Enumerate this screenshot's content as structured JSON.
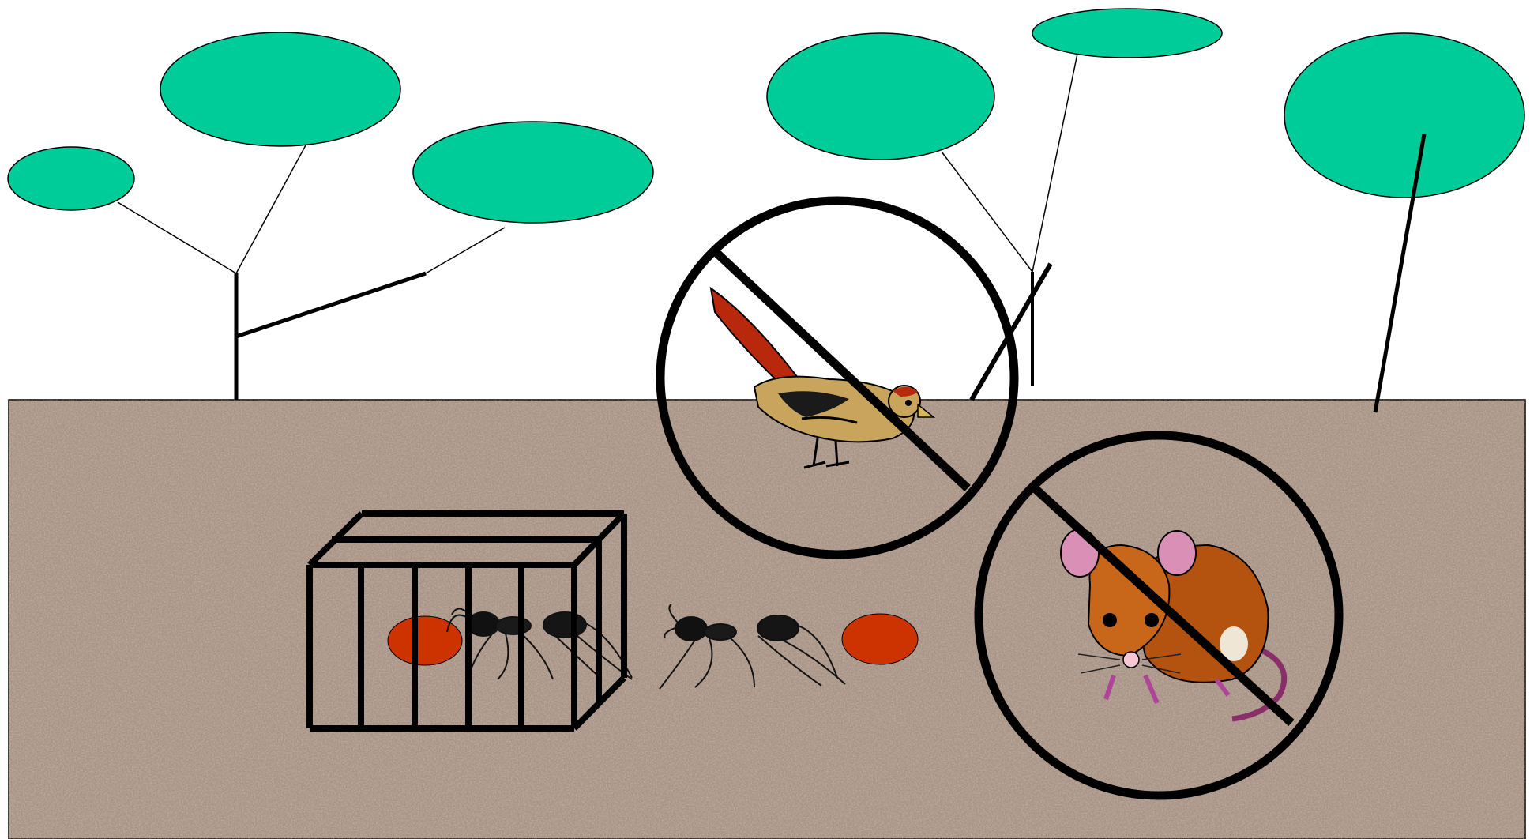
{
  "diagram": {
    "description_visible_text": "",
    "colors": {
      "background": "#ffffff",
      "leaf_canopy": "#00cc99",
      "soil": "#a89486",
      "seed": "#cc3300",
      "outline": "#000000",
      "bird_body": "#c9a45c",
      "bird_tail": "#b8280c",
      "mouse_fur": "#b4520f",
      "mouse_ear": "#d98fb6"
    },
    "elements": {
      "plants": [
        "plant-left",
        "plant-middle",
        "plant-right"
      ],
      "exclusions": [
        "bird-excluded",
        "mouse-excluded"
      ],
      "cage": "ant-cage",
      "seeds": 2,
      "ants": 2
    },
    "icons": [
      "leaf-canopy",
      "stem",
      "soil",
      "cage-icon",
      "seed",
      "ant-icon",
      "bird-icon",
      "mouse-icon",
      "no-symbol-icon"
    ]
  }
}
